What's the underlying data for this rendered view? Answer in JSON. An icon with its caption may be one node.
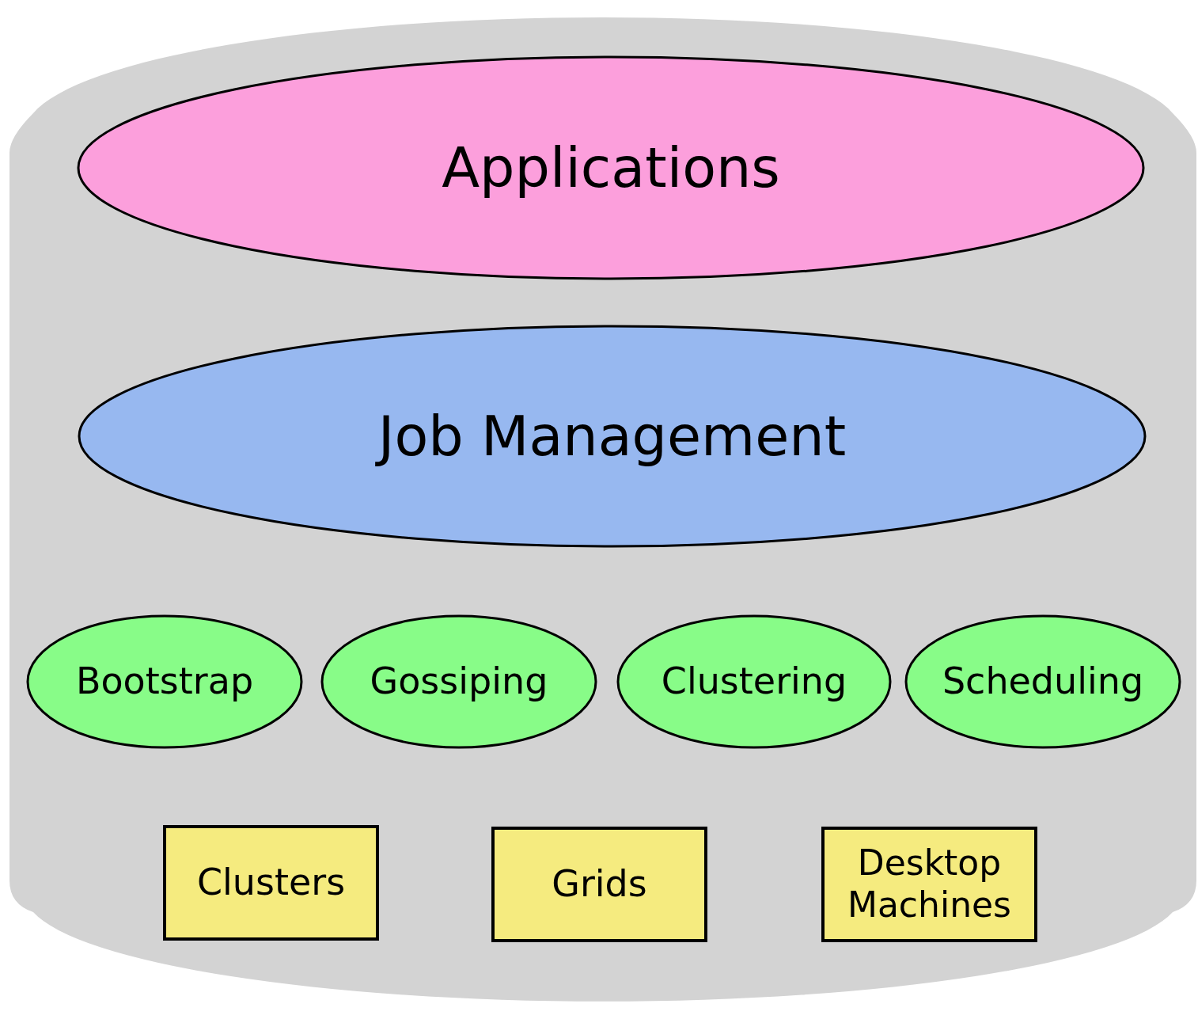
{
  "diagram": {
    "nodes": [
      {
        "text": [],
        "shape": "cylinder"
      },
      {
        "text": [
          "Applications"
        ],
        "in": 0
      },
      {
        "text": [
          "Job Management"
        ],
        "in": 0
      },
      {
        "text": [
          "Bootstrap"
        ],
        "in": 0
      },
      {
        "text": [
          "Gossiping"
        ],
        "in": 0
      },
      {
        "text": [
          "Clustering"
        ],
        "in": 0
      },
      {
        "text": [
          "Scheduling"
        ],
        "in": 0
      },
      {
        "text": [
          "Clusters"
        ],
        "in": 0
      },
      {
        "text": [
          "Grids"
        ],
        "in": 0
      },
      {
        "text": [
          "Desktop Machines"
        ],
        "in": 0
      }
    ]
  }
}
